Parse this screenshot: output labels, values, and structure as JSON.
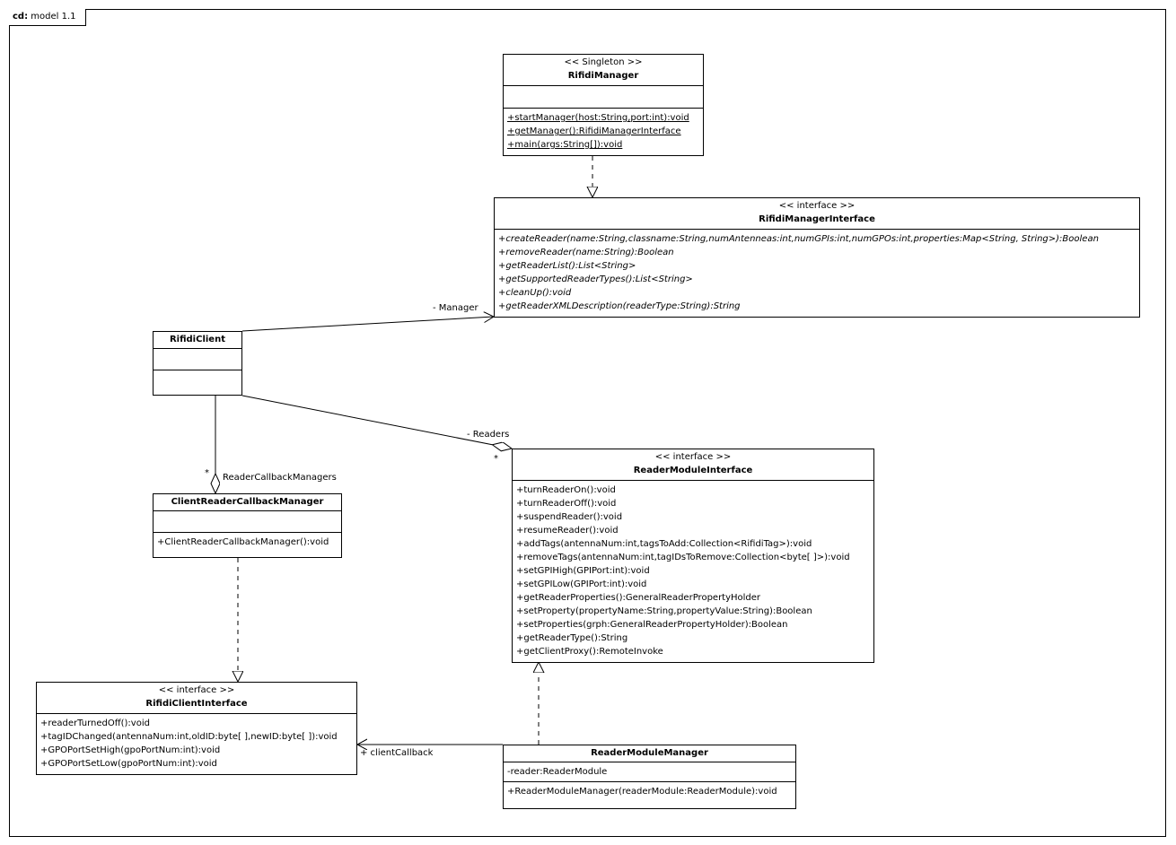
{
  "frame": {
    "kind": "cd:",
    "name": "model 1.1"
  },
  "classes": {
    "rifidi_manager": {
      "stereotype": "<< Singleton >>",
      "name": "RifidiManager",
      "operations": [
        "+startManager(host:String,port:int):void",
        "+getManager():RifidiManagerInterface",
        "+main(args:String[]):void"
      ]
    },
    "rifidi_manager_interface": {
      "stereotype": "<< interface >>",
      "name": "RifidiManagerInterface",
      "operations": [
        "+createReader(name:String,classname:String,numAntenneas:int,numGPIs:int,numGPOs:int,properties:Map<String, String>):Boolean",
        "+removeReader(name:String):Boolean",
        "+getReaderList():List<String>",
        "+getSupportedReaderTypes():List<String>",
        "+cleanUp():void",
        "+getReaderXMLDescription(readerType:String):String"
      ]
    },
    "rifidi_client": {
      "name": "RifidiClient"
    },
    "client_reader_callback_manager": {
      "name": "ClientReaderCallbackManager",
      "operations": [
        "+ClientReaderCallbackManager():void"
      ]
    },
    "reader_module_interface": {
      "stereotype": "<< interface >>",
      "name": "ReaderModuleInterface",
      "operations": [
        "+turnReaderOn():void",
        "+turnReaderOff():void",
        "+suspendReader():void",
        "+resumeReader():void",
        "+addTags(antennaNum:int,tagsToAdd:Collection<RifidiTag>):void",
        "+removeTags(antennaNum:int,tagIDsToRemove:Collection<byte[ ]>):void",
        "+setGPIHigh(GPIPort:int):void",
        "+setGPILow(GPIPort:int):void",
        "+getReaderProperties():GeneralReaderPropertyHolder",
        "+setProperty(propertyName:String,propertyValue:String):Boolean",
        "+setProperties(grph:GeneralReaderPropertyHolder):Boolean",
        "+getReaderType():String",
        "+getClientProxy():RemoteInvoke"
      ]
    },
    "rifidi_client_interface": {
      "stereotype": "<< interface >>",
      "name": "RifidiClientInterface",
      "operations": [
        "+readerTurnedOff():void",
        "+tagIDChanged(antennaNum:int,oldID:byte[ ],newID:byte[ ]):void",
        "+GPOPortSetHigh(gpoPortNum:int):void",
        "+GPOPortSetLow(gpoPortNum:int):void"
      ]
    },
    "reader_module_manager": {
      "name": "ReaderModuleManager",
      "attributes": [
        "-reader:ReaderModule"
      ],
      "operations": [
        "+ReaderModuleManager(readerModule:ReaderModule):void"
      ]
    }
  },
  "labels": {
    "manager": "- Manager",
    "readers": "- Readers",
    "readers_mult": "*",
    "callback_mult": "*",
    "callback_managers": "ReaderCallbackManagers",
    "client_callback": "+ clientCallback"
  }
}
